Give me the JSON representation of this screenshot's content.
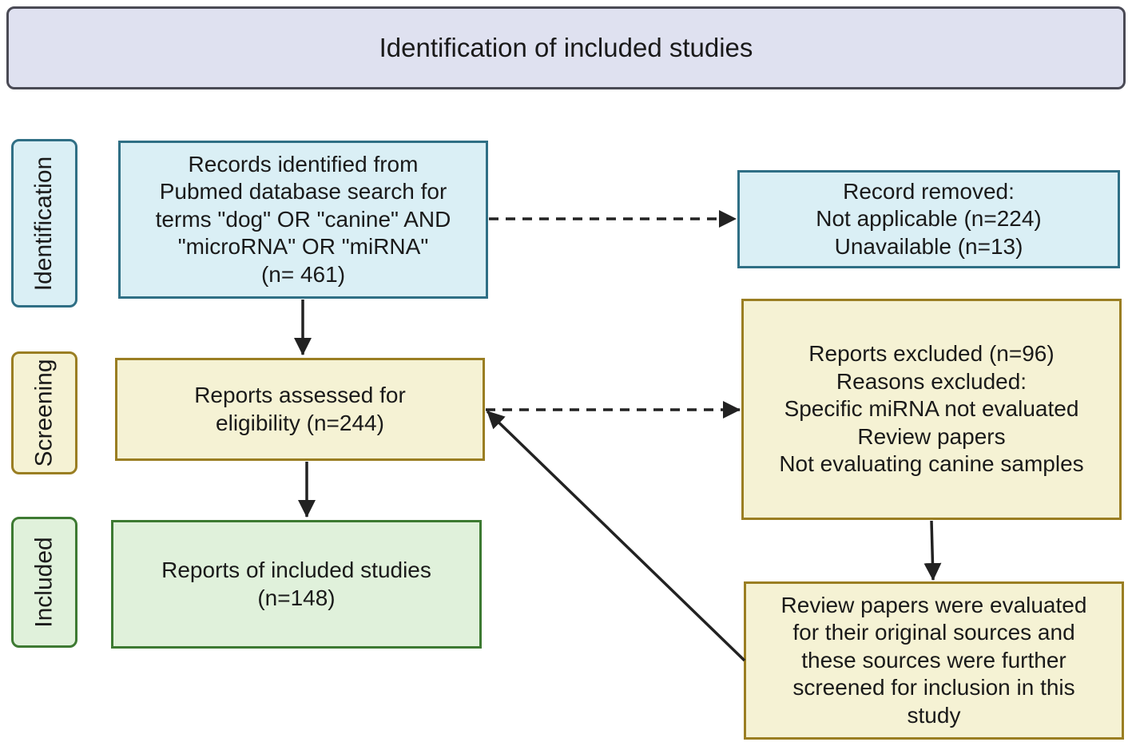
{
  "header": {
    "title": "Identification of included studies"
  },
  "stages": {
    "identification": "Identification",
    "screening": "Screening",
    "included": "Included"
  },
  "boxes": {
    "records_identified": [
      "Records identified from",
      "Pubmed database search for",
      "terms \"dog\" OR \"canine\" AND",
      "\"microRNA\" OR \"miRNA\"",
      "(n= 461)"
    ],
    "record_removed": [
      "Record removed:",
      "Not applicable (n=224)",
      "Unavailable (n=13)"
    ],
    "reports_assessed": [
      "Reports assessed for",
      "eligibility (n=244)"
    ],
    "reports_excluded": [
      "Reports excluded (n=96)",
      "Reasons excluded:",
      "Specific miRNA not evaluated",
      "Review papers",
      "Not evaluating canine samples"
    ],
    "reports_included": [
      "Reports of included studies",
      "(n=148)"
    ],
    "review_papers": [
      "Review papers were evaluated",
      "for their original sources and",
      "these sources were further",
      "screened for inclusion in this",
      "study"
    ]
  },
  "colors": {
    "title_fill": "#dfe1f0",
    "identification_fill": "#daeff5",
    "identification_border": "#2f6f85",
    "screening_fill": "#f5f2d4",
    "screening_border": "#9a7e22",
    "included_fill": "#e0f1db",
    "included_border": "#3d7a32",
    "arrow": "#222222"
  }
}
